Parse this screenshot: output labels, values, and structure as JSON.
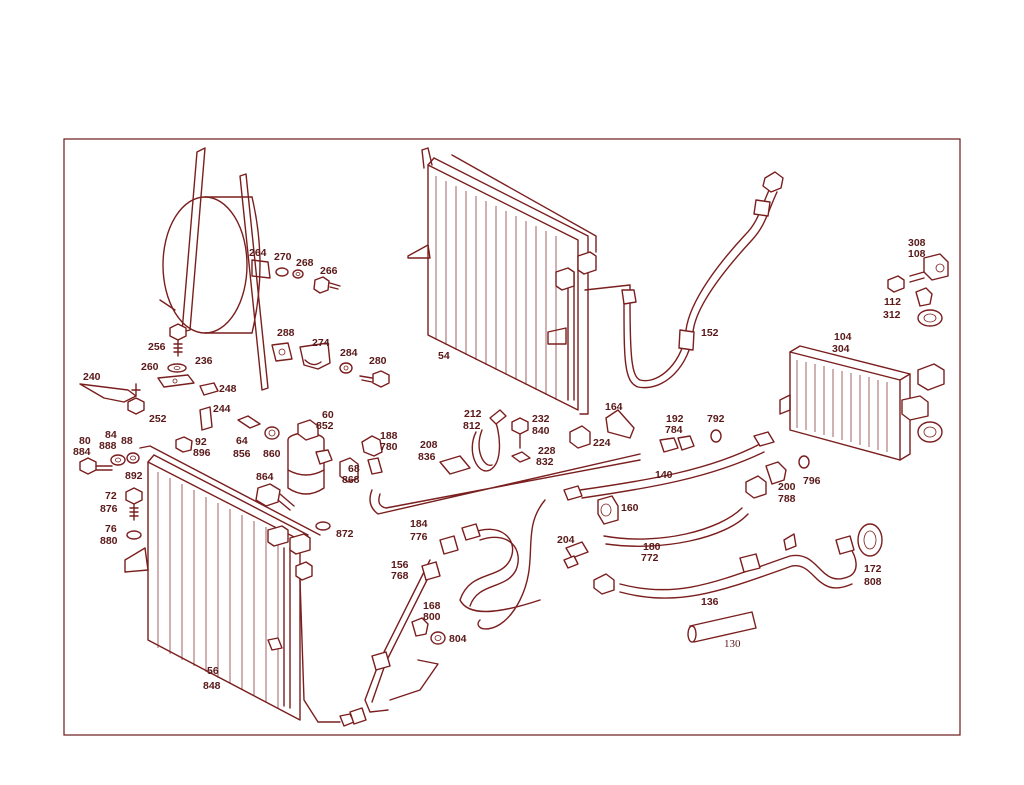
{
  "colors": {
    "line": "#7a1e1e",
    "label": "#5a1818",
    "frame": "#6a1a1a",
    "background": "#ffffff"
  },
  "labels": {
    "l264": "264",
    "l270": "270",
    "l268": "268",
    "l266": "266",
    "l256": "256",
    "l288": "288",
    "l274": "274",
    "l284": "284",
    "l280": "280",
    "l260": "260",
    "l236": "236",
    "l248": "248",
    "l240": "240",
    "l252": "252",
    "l244": "244",
    "l64a": "64",
    "l64b": "856",
    "l860": "860",
    "l60a": "60",
    "l60b": "852",
    "l188a": "188",
    "l188b": "780",
    "l80a": "80",
    "l80b": "884",
    "l84a": "84",
    "l84b": "888",
    "l88": "88",
    "l92a": "92",
    "l92b": "896",
    "l892": "892",
    "l72a": "72",
    "l72b": "876",
    "l76a": "76",
    "l76b": "880",
    "l864": "864",
    "l68a": "68",
    "l68b": "868",
    "l872": "872",
    "l56a": "56",
    "l56b": "848",
    "l54": "54",
    "l208a": "208",
    "l208b": "836",
    "l212a": "212",
    "l212b": "812",
    "l232a": "232",
    "l232b": "840",
    "l228a": "228",
    "l228b": "832",
    "l224": "224",
    "l164": "164",
    "l184a": "184",
    "l184b": "776",
    "l152": "152",
    "l192a": "192",
    "l192b": "784",
    "l792": "792",
    "l104a": "104",
    "l104b": "304",
    "l308a": "308",
    "l308b": "108",
    "l112a": "112",
    "l112b": "312",
    "l140": "140",
    "l200a": "200",
    "l200b": "788",
    "l796": "796",
    "l160": "160",
    "l204": "204",
    "l180a": "180",
    "l180b": "772",
    "l156a": "156",
    "l156b": "768",
    "l168a": "168",
    "l168b": "800",
    "l804": "804",
    "l136": "136",
    "l172a": "172",
    "l172b": "808",
    "l130": "130"
  }
}
